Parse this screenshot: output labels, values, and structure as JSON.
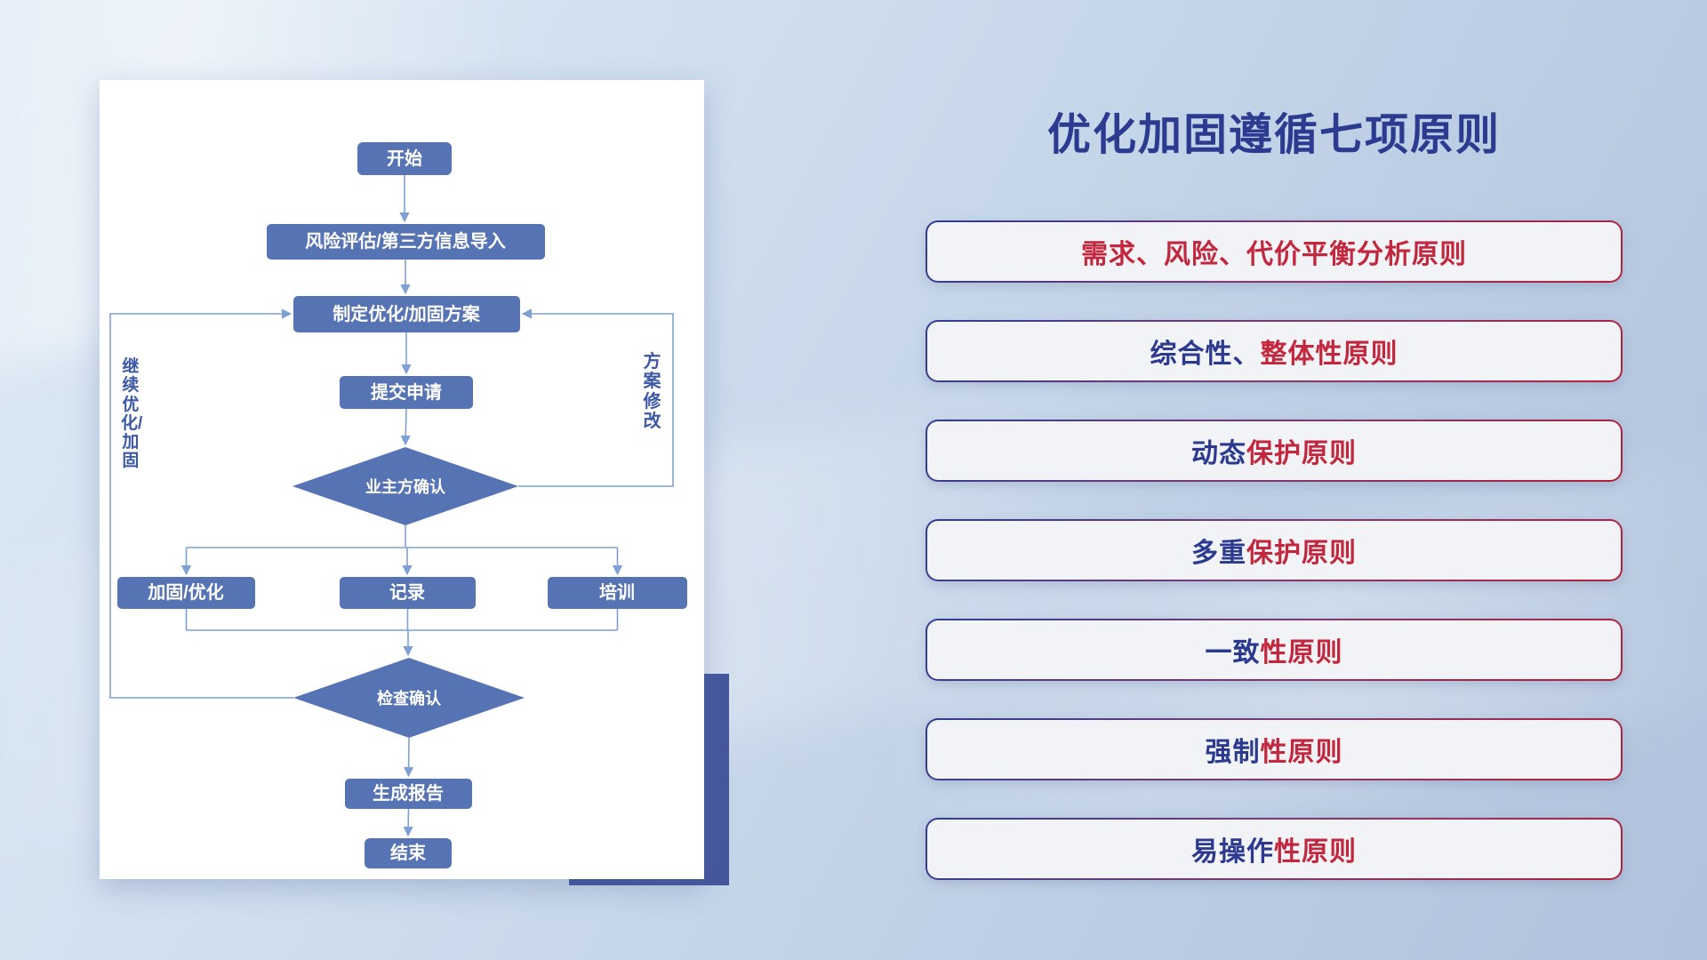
{
  "slide": {
    "title": "优化加固遵循七项原则"
  },
  "flowchart": {
    "nodes": {
      "start": "开始",
      "risk_import": "风险评估/第三方信息导入",
      "make_plan": "制定优化/加固方案",
      "submit": "提交申请",
      "owner_confirm": "业主方确认",
      "reinforce": "加固/优化",
      "record": "记录",
      "train": "培训",
      "check_confirm": "检查确认",
      "report": "生成报告",
      "end": "结束"
    },
    "edge_labels": {
      "continue_optimize": "继续优化/加固",
      "plan_revise": "方案修改"
    }
  },
  "principles": [
    {
      "segments": [
        {
          "text": "需求、风险、代价平衡分析原则",
          "color": "#c2273d"
        }
      ]
    },
    {
      "segments": [
        {
          "text": "综合性、",
          "color": "#2b3a8f"
        },
        {
          "text": "整体性原则",
          "color": "#c2273d"
        }
      ]
    },
    {
      "segments": [
        {
          "text": "动态",
          "color": "#2b3a8f"
        },
        {
          "text": "保护原则",
          "color": "#c2273d"
        }
      ]
    },
    {
      "segments": [
        {
          "text": "多重",
          "color": "#2b3a8f"
        },
        {
          "text": "保护原则",
          "color": "#c2273d"
        }
      ]
    },
    {
      "segments": [
        {
          "text": "一致",
          "color": "#2b3a8f"
        },
        {
          "text": "性原则",
          "color": "#c2273d"
        }
      ]
    },
    {
      "segments": [
        {
          "text": "强制",
          "color": "#2b3a8f"
        },
        {
          "text": "性原则",
          "color": "#c2273d"
        }
      ]
    },
    {
      "segments": [
        {
          "text": "易操作",
          "color": "#2b3a8f"
        },
        {
          "text": "性原则",
          "color": "#c2273d"
        }
      ]
    }
  ],
  "colors": {
    "title_navy": "#2c3a90",
    "principle_navy": "#2b3a8f",
    "principle_red": "#c2273d",
    "flow_node_blue": "#5673b4",
    "flow_line_blue": "#7fa0d4",
    "back_block_navy": "#46579e"
  }
}
